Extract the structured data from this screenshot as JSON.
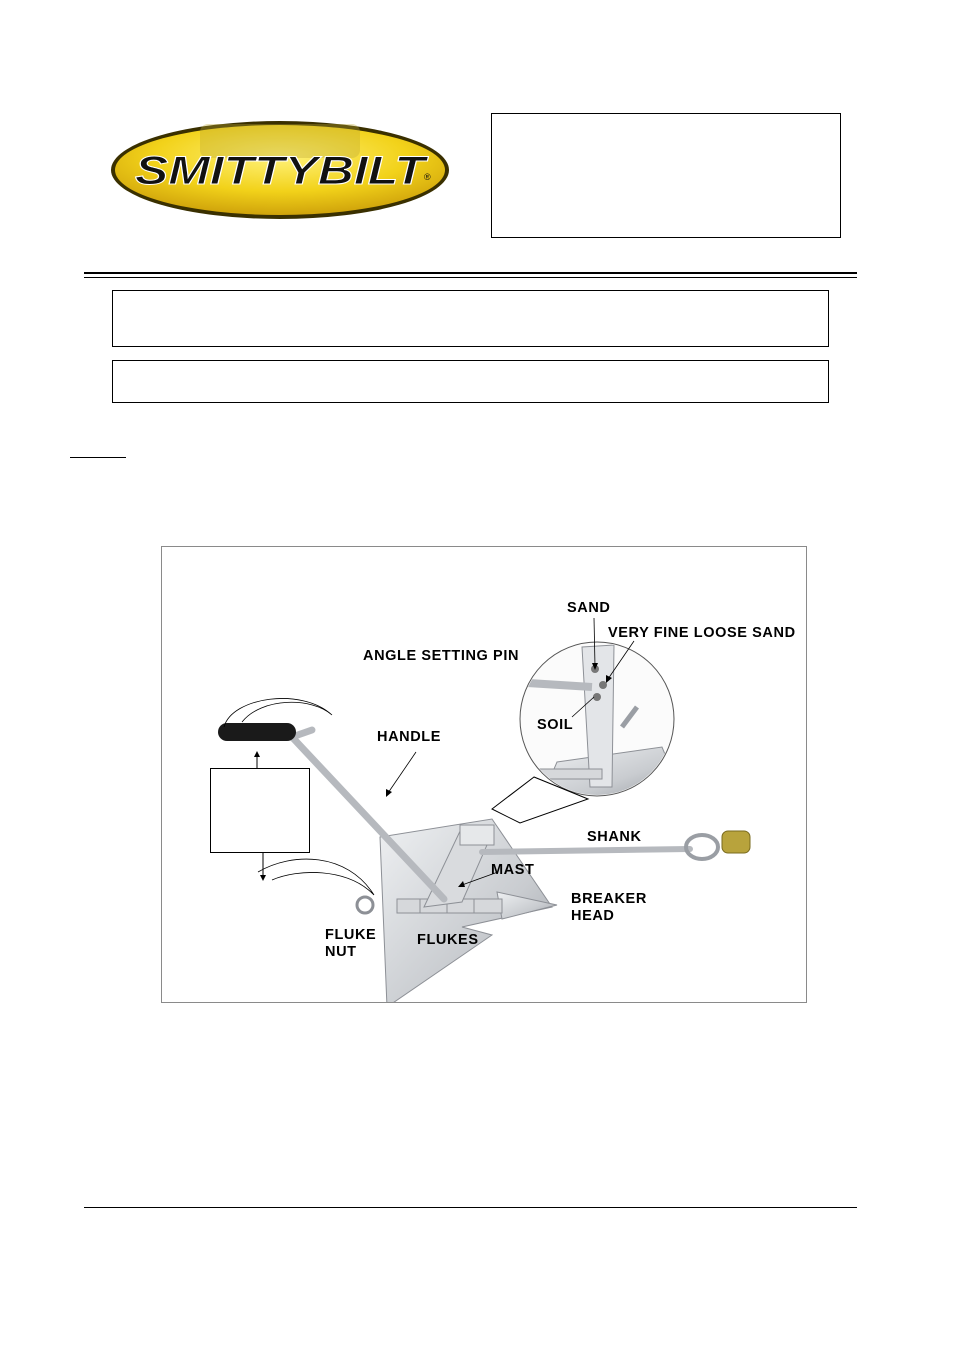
{
  "header": {
    "logo_text": "SMITTYBILT",
    "logo_registered": "®",
    "logo_colors": {
      "gold": "#f2d21a",
      "gold_dark": "#c99a08",
      "outline": "#3a3000",
      "text": "#111111"
    }
  },
  "figure": {
    "labels": {
      "sand": "SAND",
      "very_fine_loose_sand": "VERY FINE LOOSE SAND",
      "angle_setting_pin": "ANGLE SETTING PIN",
      "soil": "SOIL",
      "handle": "HANDLE",
      "shank": "SHANK",
      "mast": "MAST",
      "breaker_head_1": "BREAKER",
      "breaker_head_2": "HEAD",
      "fluke_nut_1": "FLUKE",
      "fluke_nut_2": "NUT",
      "flukes": "FLUKES"
    },
    "colors": {
      "metal": "#c9ccd0",
      "metal_dark": "#8d9096",
      "grip": "#1a1a1a",
      "shackle": "#b8a33c"
    }
  }
}
